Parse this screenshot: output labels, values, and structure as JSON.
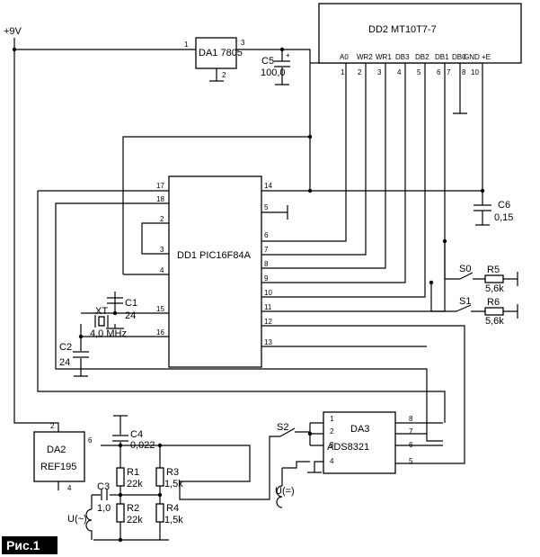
{
  "figure_label": "Рис.1",
  "supply_label": "+9V",
  "chips": {
    "da1": {
      "name": "DA1 7805",
      "pins": [
        "1",
        "2",
        "3"
      ]
    },
    "dd2": {
      "name": "DD2  MT10T7-7",
      "pin_names": [
        "A0",
        "WR2",
        "WR1",
        "DB3",
        "DB2",
        "DB1",
        "DB0",
        "GND",
        "+E"
      ],
      "pin_numbers": [
        "1",
        "2",
        "3",
        "4",
        "5",
        "6",
        "7",
        "8",
        "10"
      ]
    },
    "dd1": {
      "name": "DD1 PIC16F84A",
      "left_pins": [
        "17",
        "18",
        "2",
        "3",
        "4",
        "15",
        "16"
      ],
      "right_pins": [
        "14",
        "5",
        "6",
        "7",
        "8",
        "9",
        "10",
        "11",
        "12",
        "13"
      ]
    },
    "da2": {
      "name_line1": "DA2",
      "name_line2": "REF195",
      "pins": [
        "2",
        "6",
        "4"
      ]
    },
    "da3": {
      "name_line1": "DA3",
      "name_line2": "ADS8321",
      "left_pins": [
        "1",
        "2",
        "3",
        "4"
      ],
      "right_pins": [
        "8",
        "7",
        "6",
        "5"
      ]
    }
  },
  "components": {
    "c1": {
      "name": "C1",
      "value": "24"
    },
    "c2": {
      "name": "C2",
      "value": "24"
    },
    "c3": {
      "name": "C3",
      "value": "1,0"
    },
    "c4": {
      "name": "C4",
      "value": "0,022"
    },
    "c5": {
      "name": "C5",
      "value": "100,0"
    },
    "c6": {
      "name": "C6",
      "value": "0,15"
    },
    "r1": {
      "name": "R1",
      "value": "22k"
    },
    "r2": {
      "name": "R2",
      "value": "22k"
    },
    "r3": {
      "name": "R3",
      "value": "1,5k"
    },
    "r4": {
      "name": "R4",
      "value": "1,5k"
    },
    "r5": {
      "name": "R5",
      "value": "5,6k"
    },
    "r6": {
      "name": "R6",
      "value": "5,6k"
    },
    "s0": {
      "name": "S0"
    },
    "s1": {
      "name": "S1"
    },
    "s2": {
      "name": "S2"
    },
    "xt": {
      "name": "XT",
      "value": "4,0 MHz"
    }
  },
  "inputs": {
    "u_ac": "U(~)",
    "u_dc": "U(=)"
  },
  "marks": {
    "plus": "+"
  }
}
